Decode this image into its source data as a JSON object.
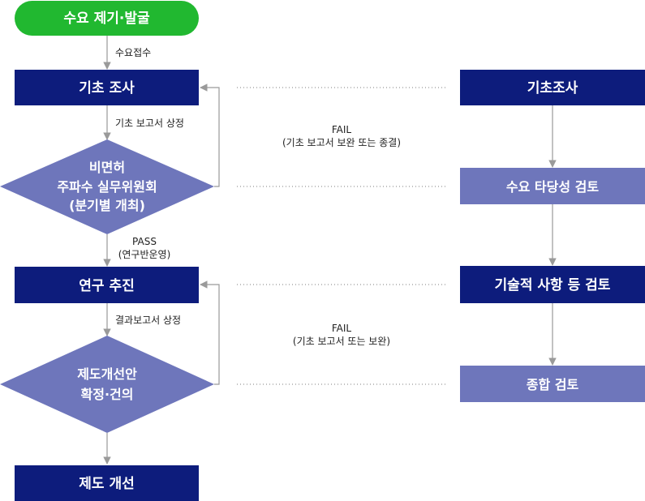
{
  "colors": {
    "start_green": "#21b830",
    "navy": "#0d1c7c",
    "slate": "#6e76bb",
    "arrow": "#9a9a9a",
    "dotted": "#a8a8a8"
  },
  "left_flow": {
    "start": "수요 제기·발굴",
    "edge_receive": "수요접수",
    "basic_survey": "기초 조사",
    "edge_report": "기초 보고서 상정",
    "committee": [
      "비면허",
      "주파수 실무위원회",
      "(분기별 개최)"
    ],
    "edge_pass": [
      "PASS",
      "(연구반운영)"
    ],
    "research": "연구 추진",
    "edge_result": "결과보고서 상정",
    "decision": [
      "제도개선안",
      "확정·건의"
    ],
    "improve": "제도 개선"
  },
  "fail_labels": {
    "fail1": [
      "FAIL",
      "(기초 보고서 보완 또는 종결)"
    ],
    "fail2": [
      "FAIL",
      "(기초 보고서 또는 보완)"
    ]
  },
  "right_flow": {
    "basic_survey": "기초조사",
    "demand_review": "수요 타당성 검토",
    "tech_review": "기술적 사항 등 검토",
    "overall_review": "종합 검토"
  }
}
